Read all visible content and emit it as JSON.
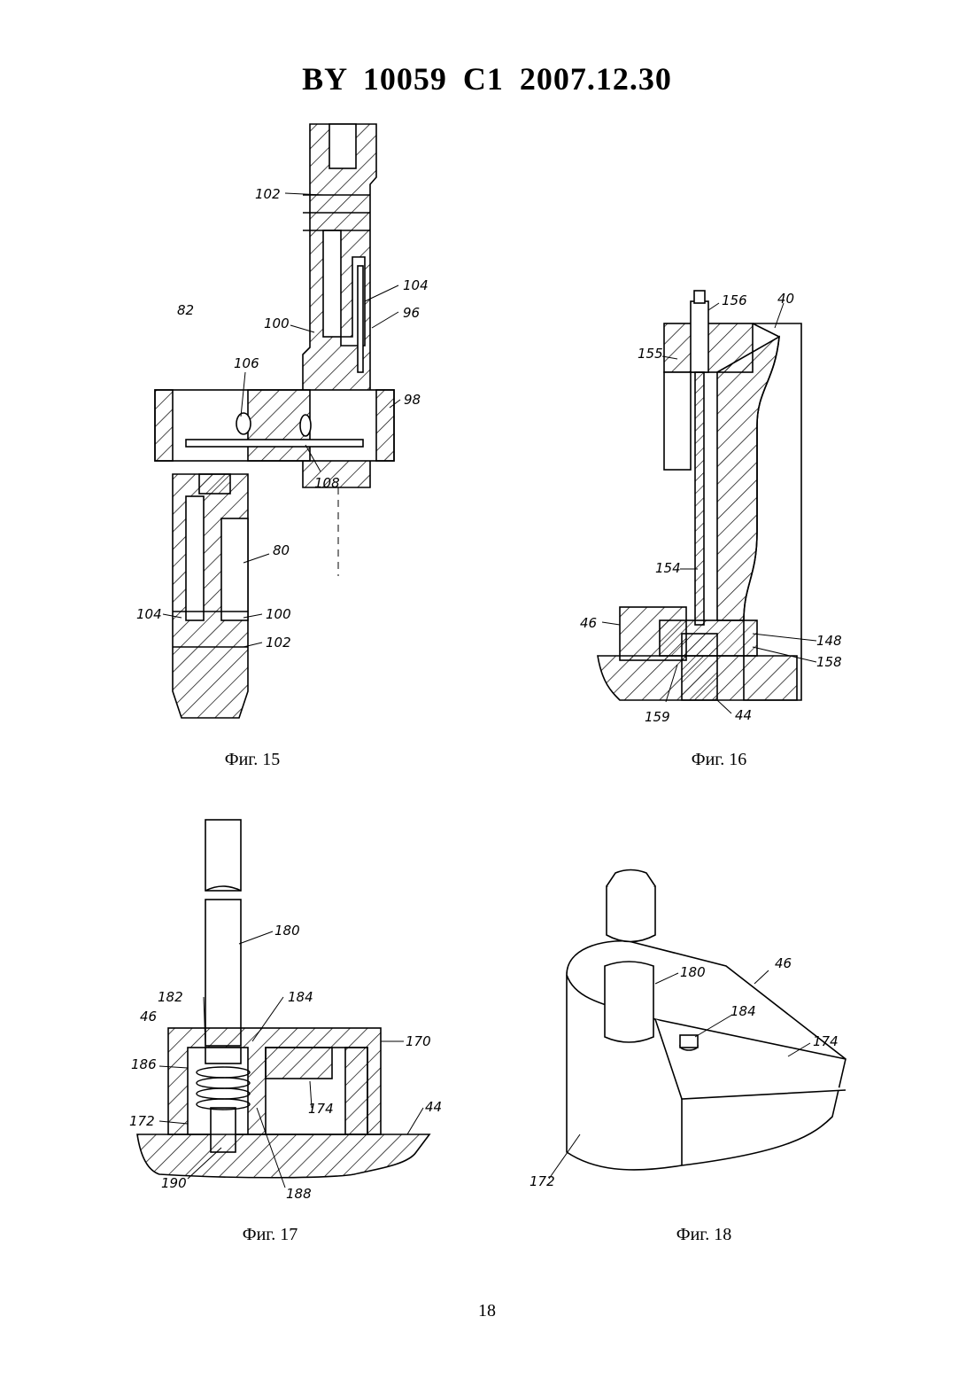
{
  "header": {
    "title": "BY  10059  C1  2007.12.30"
  },
  "figures": [
    {
      "caption": "Фиг. 15",
      "labels": [
        "102",
        "104",
        "96",
        "82",
        "100",
        "106",
        "98",
        "108",
        "80",
        "104",
        "100",
        "102"
      ]
    },
    {
      "caption": "Фиг. 16",
      "labels": [
        "156",
        "40",
        "155",
        "154",
        "46",
        "148",
        "158",
        "159",
        "44"
      ]
    },
    {
      "caption": "Фиг. 17",
      "labels": [
        "180",
        "182",
        "184",
        "46",
        "170",
        "186",
        "174",
        "44",
        "172",
        "190",
        "188"
      ]
    },
    {
      "caption": "Фиг. 18",
      "labels": [
        "46",
        "180",
        "184",
        "174",
        "172"
      ]
    }
  ],
  "page_number": "18"
}
